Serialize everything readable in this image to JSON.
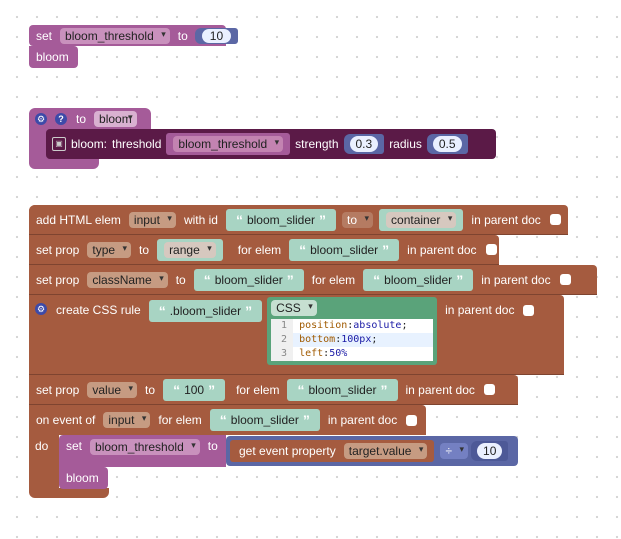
{
  "block1": {
    "set_label": "set",
    "var": "bloom_threshold",
    "to_label": "to",
    "value": "10",
    "next_label": "bloom"
  },
  "block2": {
    "to_label": "to",
    "func_name": "bloom",
    "inner_label": "bloom:",
    "threshold_label": "threshold",
    "threshold_var": "bloom_threshold",
    "strength_label": "strength",
    "strength_value": "0.3",
    "radius_label": "radius",
    "radius_value": "0.5"
  },
  "block3": {
    "add_label": "add HTML elem",
    "elem_type": "input",
    "with_id_label": "with id",
    "id_value": "bloom_slider",
    "to_dd": "to",
    "container": "container",
    "in_parent_doc": "in parent doc"
  },
  "row_type": {
    "set_prop_label": "set prop",
    "prop": "type",
    "to_label": "to",
    "value": "range",
    "for_elem_label": "for elem",
    "elem": "bloom_slider",
    "in_parent_doc": "in parent doc"
  },
  "row_class": {
    "set_prop_label": "set prop",
    "prop": "className",
    "to_label": "to",
    "value": "bloom_slider",
    "for_elem_label": "for elem",
    "elem": "bloom_slider",
    "in_parent_doc": "in parent doc"
  },
  "row_css": {
    "label": "create CSS rule",
    "selector": ".bloom_slider",
    "lang": "CSS",
    "in_parent_doc": "in parent doc",
    "lines": [
      {
        "n": "1",
        "prop": "position",
        "val": "absolute"
      },
      {
        "n": "2",
        "prop": "bottom",
        "val": "100px"
      },
      {
        "n": "3",
        "prop": "left",
        "val": "50%"
      }
    ]
  },
  "row_value": {
    "set_prop_label": "set prop",
    "prop": "value",
    "to_label": "to",
    "value": "100",
    "for_elem_label": "for elem",
    "elem": "bloom_slider",
    "in_parent_doc": "in parent doc"
  },
  "row_event": {
    "on_event_label": "on event of",
    "event": "input",
    "for_elem_label": "for elem",
    "elem": "bloom_slider",
    "in_parent_doc": "in parent doc",
    "do_label": "do",
    "set_label": "set",
    "var": "bloom_threshold",
    "to_label": "to",
    "get_label": "get event property",
    "property": "target.value",
    "op": "÷",
    "divisor": "10",
    "call_label": "bloom"
  }
}
